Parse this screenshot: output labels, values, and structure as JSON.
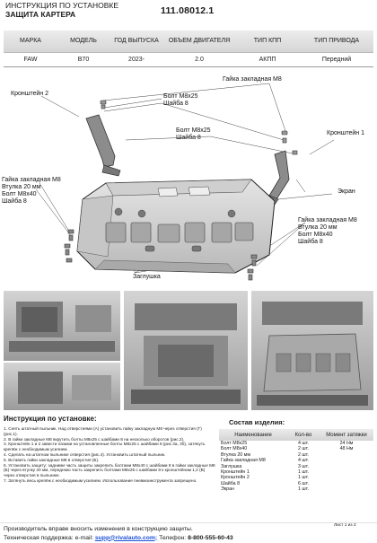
{
  "header": {
    "title_line1": "ИНСТРУКЦИЯ ПО УСТАНОВКЕ",
    "title_line2": "ЗАЩИТА КАРТЕРА",
    "doc_code": "111.08012.1"
  },
  "spec_table": {
    "headers": [
      "МАРКА",
      "МОДЕЛЬ",
      "ГОД ВЫПУСКА",
      "ОБЪЕМ ДВИГАТЕЛЯ",
      "ТИП КПП",
      "ТИП ПРИВОДА"
    ],
    "row": [
      "FAW",
      "B70",
      "2023-",
      "2.0",
      "АКПП",
      "Передний"
    ]
  },
  "diagram_labels": {
    "nut_top": "Гайка закладная М8",
    "bracket2": "Кронштейн 2",
    "bolt_top": "Болт М8х25",
    "washer_top": "Шайба 8",
    "bolt_mid": "Болт М8х25",
    "washer_mid": "Шайба 8",
    "bracket1": "Кронштейн 1",
    "nut_left": "Гайка закладная М8",
    "sleeve_left": "Втулка 20 мм",
    "bolt_left": "Болт М8х40",
    "washer_left": "Шайба 8",
    "screen": "Экран",
    "nut_right": "Гайка закладная М8",
    "sleeve_right": "Втулка 20 мм",
    "bolt_right": "Болт М8х40",
    "washer_right": "Шайба 8",
    "plug": "Заглушка"
  },
  "instructions": {
    "title": "Инструкция по установке:",
    "steps": [
      "1. Снять штатный пыльник. Над отверстиями (А) установить гайку закладную М8 через отверстия (Г) (рис.1).",
      "2. В гайки закладные М8 вкрутить болты М8х25 с шайбами 8 на несколько оборотов (рис.2).",
      "3. Кронштейн 1 и 2 завести пазами на установленные болты М8х25 с шайбами 8 (рис.3а, 3б), затянуть крепёж с необходимым усилием.",
      "4. Сделать на штатном пыльнике отверстия (рис.4). Установить штатный пыльник.",
      "5. Вставить гайки закладные М8 в отверстия (Б).",
      "6. Установить защиту: задними часть защиты закрепить болтами М8х40 с шайбами 8 в гайки закладные М8 (Б) через втулку 20 мм, переднюю часть закрепить болтами М8х25 с шайбами 8 к кронштейнам 1,2 (В) через отверстия в пыльнике.",
      "7. Затянуть весь крепёж с необходимым усилием. Использование пневмоинструмента запрещено."
    ]
  },
  "components": {
    "title": "Состав изделия:",
    "headers": [
      "Наименование",
      "Кол-во",
      "Момент затяжки"
    ],
    "rows": [
      [
        "Болт М8х25",
        "4 шт.",
        "24 Нм"
      ],
      [
        "Болт М8х40",
        "2 шт.",
        "48 Нм"
      ],
      [
        "Втулка 20 мм",
        "2 шт.",
        ""
      ],
      [
        "Гайка закладная М8",
        "4 шт.",
        ""
      ],
      [
        "Заглушка",
        "3 шт.",
        ""
      ],
      [
        "Кронштейн 1",
        "1 шт.",
        ""
      ],
      [
        "Кронштейн 2",
        "1 шт.",
        ""
      ],
      [
        "Шайба 8",
        "6 шт.",
        ""
      ],
      [
        "Экран",
        "1 шт.",
        ""
      ]
    ]
  },
  "page_number": "Лист 1 из 2",
  "footer": {
    "notice": "Производитель вправе вносить изменения в конструкцию защиты.",
    "support_label": "Техническая поддержка:  e-mail: ",
    "support_email": "supp@rivalauto.com;",
    "phone_label": " Телефон: ",
    "phone": "8-800-555-60-43"
  }
}
